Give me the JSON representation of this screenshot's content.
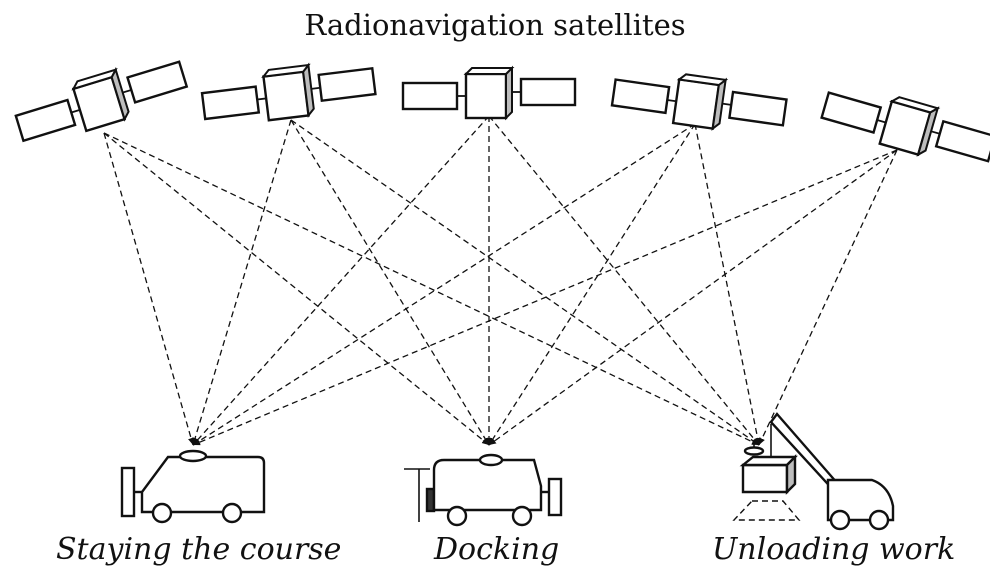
{
  "diagram": {
    "title": "Radionavigation satellites",
    "satellites": [
      {
        "id": "sat-1"
      },
      {
        "id": "sat-2"
      },
      {
        "id": "sat-3"
      },
      {
        "id": "sat-4"
      },
      {
        "id": "sat-5"
      }
    ],
    "receivers": [
      {
        "id": "vehicle-course",
        "caption": "Staying the course"
      },
      {
        "id": "vehicle-docking",
        "caption": "Docking"
      },
      {
        "id": "vehicle-unloading",
        "caption": "Unloading work"
      }
    ],
    "colors": {
      "line": "#111111",
      "fill": "#ffffff",
      "shade": "#bdbdbd",
      "dark": "#333333"
    }
  }
}
